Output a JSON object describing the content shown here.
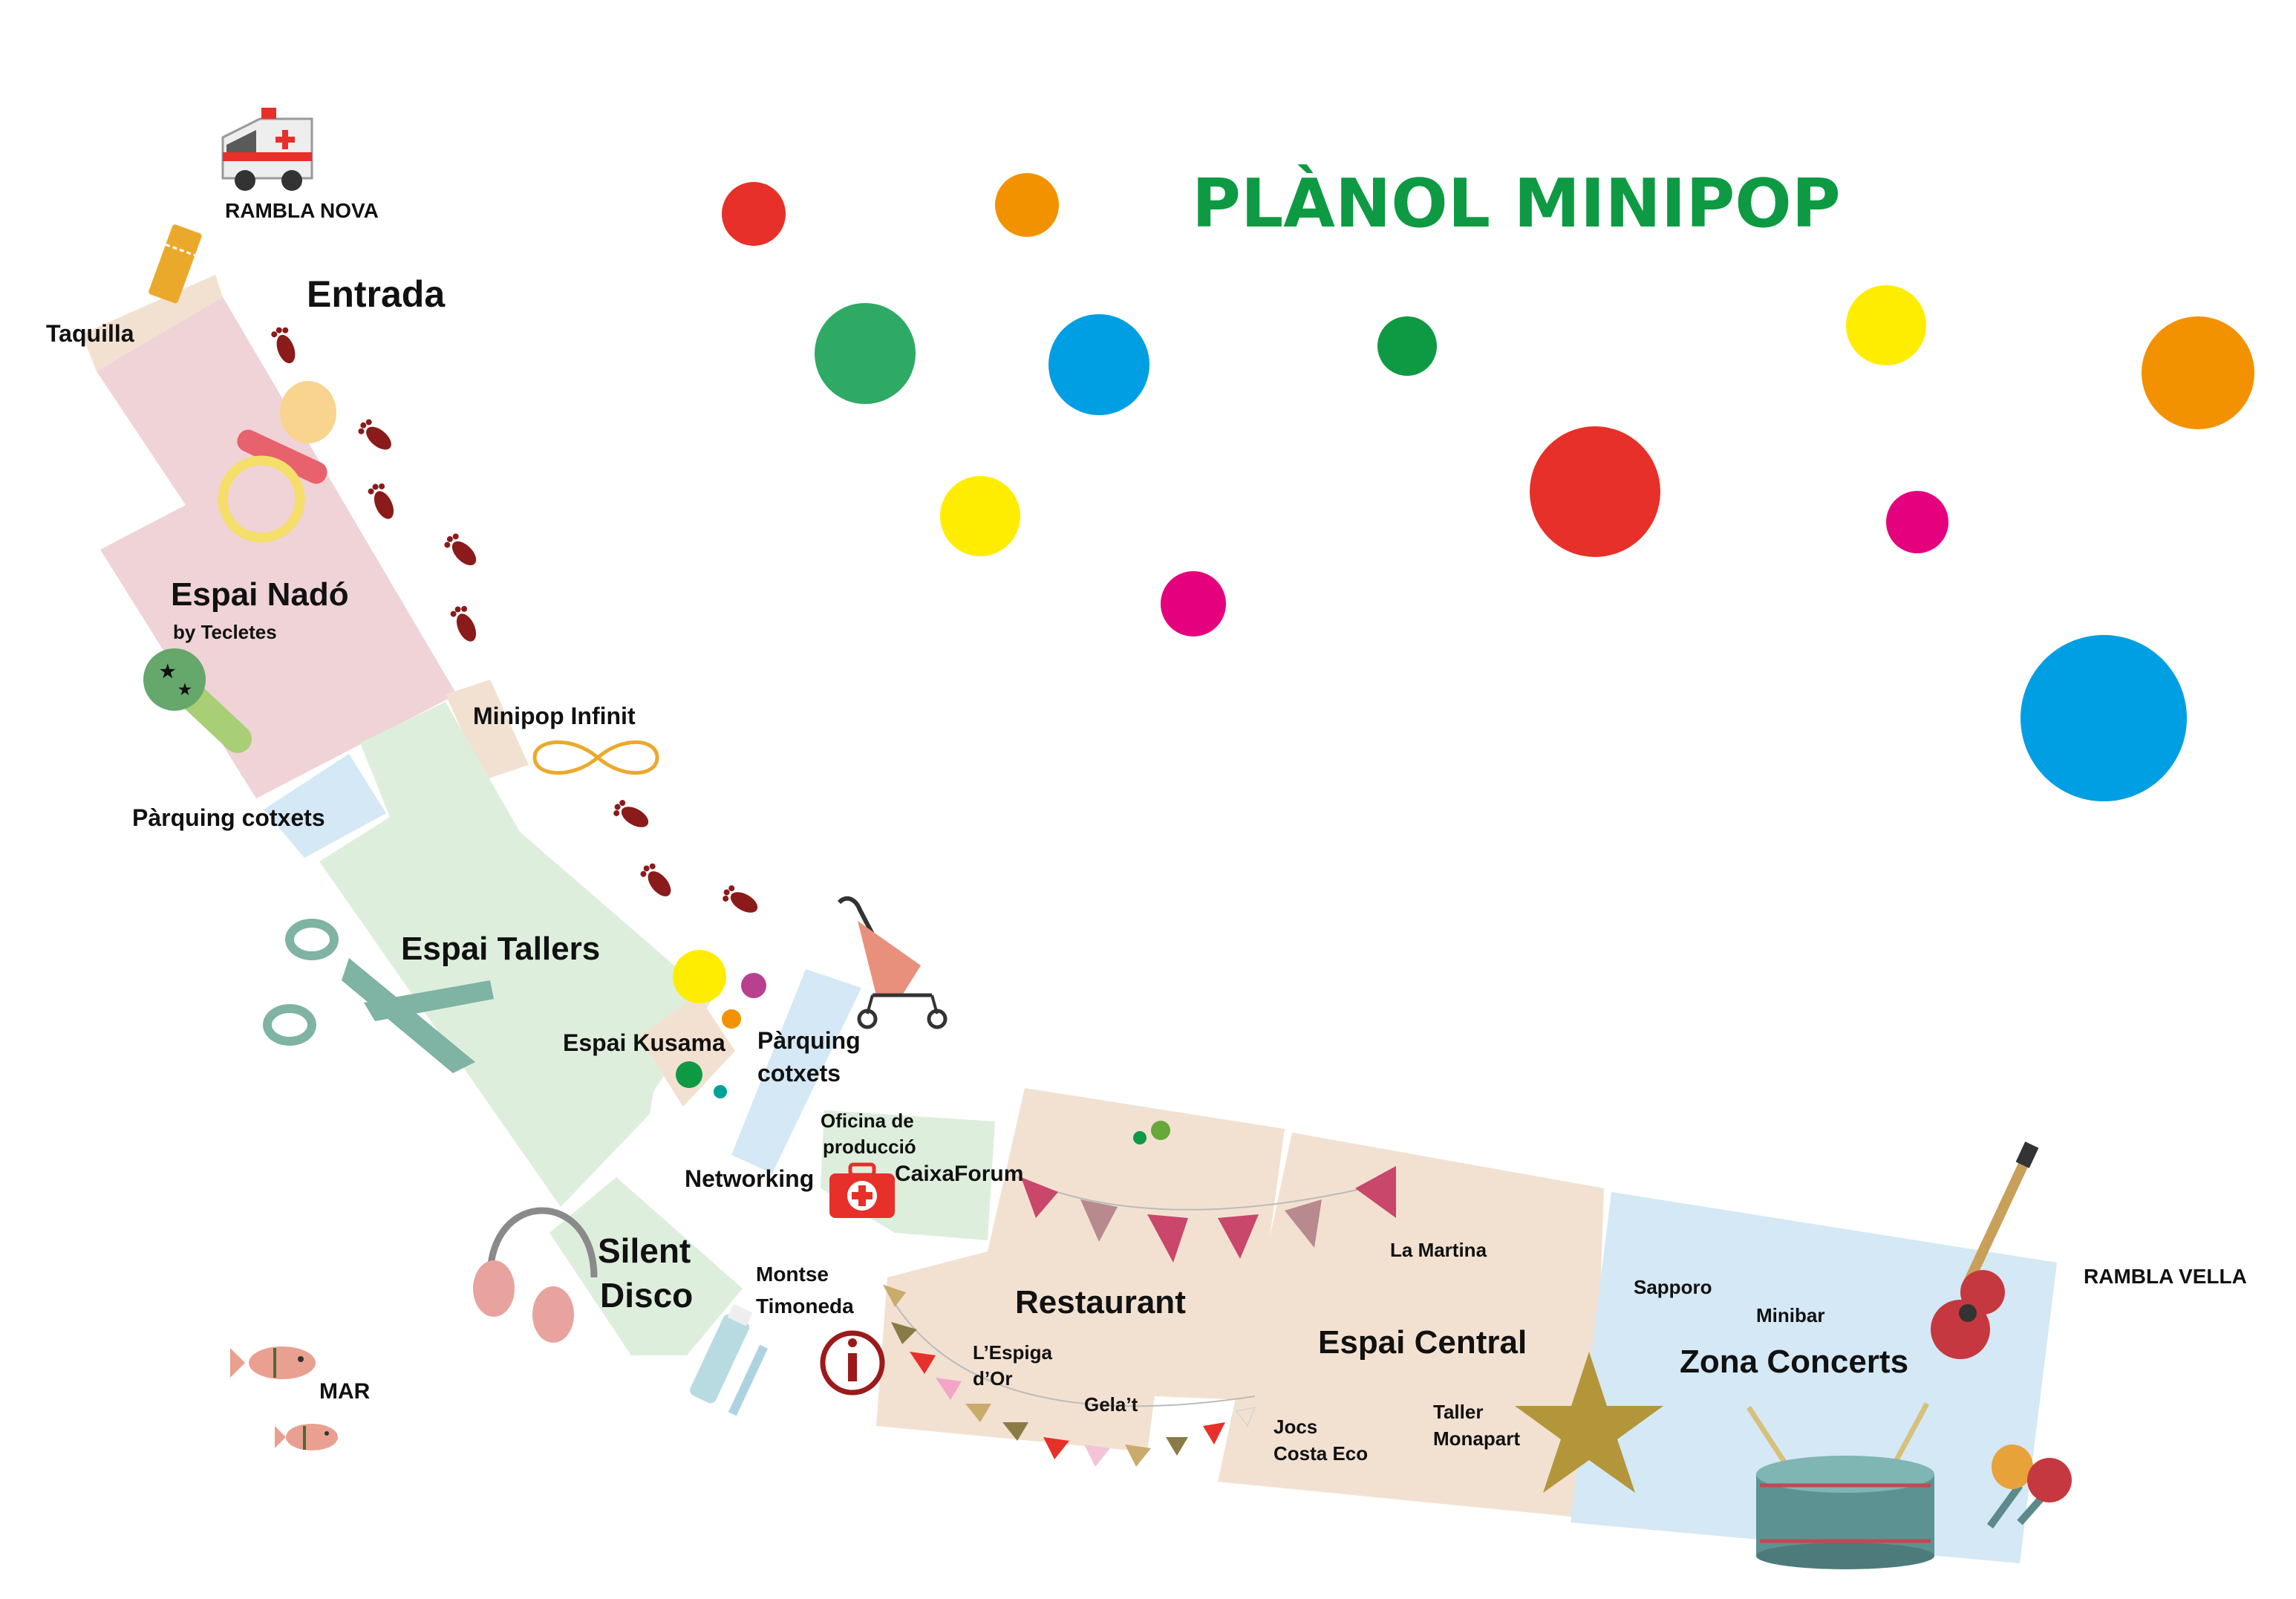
{
  "title": "PLÀNOL MINIPOP",
  "colors": {
    "title": "#0d9a43",
    "entrance": "#8b1a1a",
    "zone_pink": "#efd3d6",
    "zone_green": "#deeedd",
    "zone_beige": "#f2e1d1",
    "zone_blue": "#d4e8f5",
    "footprint": "#8b1a1a",
    "dot_red": "#e7302a",
    "dot_orange": "#f39200",
    "dot_green": "#2eaa64",
    "dot_blue": "#009fe3",
    "dot_yellow": "#ffed00",
    "dot_magenta": "#e5007d"
  },
  "labels": {
    "rambla_nova": "RAMBLA NOVA",
    "entrada": "Entrada",
    "taquilla": "Taquilla",
    "espai_nado": "Espai Nadó",
    "by_tecletes": "by Tecletes",
    "minipop_infinit": "Minipop Infinit",
    "parquing_cotxets_1": "Pàrquing cotxets",
    "espai_tallers": "Espai Tallers",
    "espai_kusama": "Espai Kusama",
    "parquing_cotxets_2a": "Pàrquing",
    "parquing_cotxets_2b": "cotxets",
    "oficina_a": "Oficina de",
    "oficina_b": "producció",
    "caixaforum": "CaixaForum",
    "networking": "Networking",
    "silent_a": "Silent",
    "silent_b": "Disco",
    "montse_a": "Montse",
    "montse_b": "Timoneda",
    "restaurant": "Restaurant",
    "espiga_a": "L’Espiga",
    "espiga_b": "d’Or",
    "gelat": "Gela’t",
    "la_martina": "La Martina",
    "espai_central": "Espai Central",
    "jocs_a": "Jocs",
    "jocs_b": "Costa Eco",
    "taller_a": "Taller",
    "taller_b": "Monapart",
    "sapporo": "Sapporo",
    "minibar": "Minibar",
    "zona_concerts": "Zona Concerts",
    "rambla_vella": "RAMBLA VELLA",
    "mar": "MAR"
  },
  "icons": [
    "ambulance-icon",
    "ticket-icon",
    "pacifier-icon",
    "rattle-icon",
    "infinity-icon",
    "scissors-icon",
    "stroller-icon",
    "first-aid-icon",
    "headphones-icon",
    "toothpaste-icon",
    "info-icon",
    "bunting-icon",
    "star-icon",
    "guitar-icon",
    "drum-icon",
    "maracas-icon",
    "fish-icon",
    "footprint-icon"
  ]
}
